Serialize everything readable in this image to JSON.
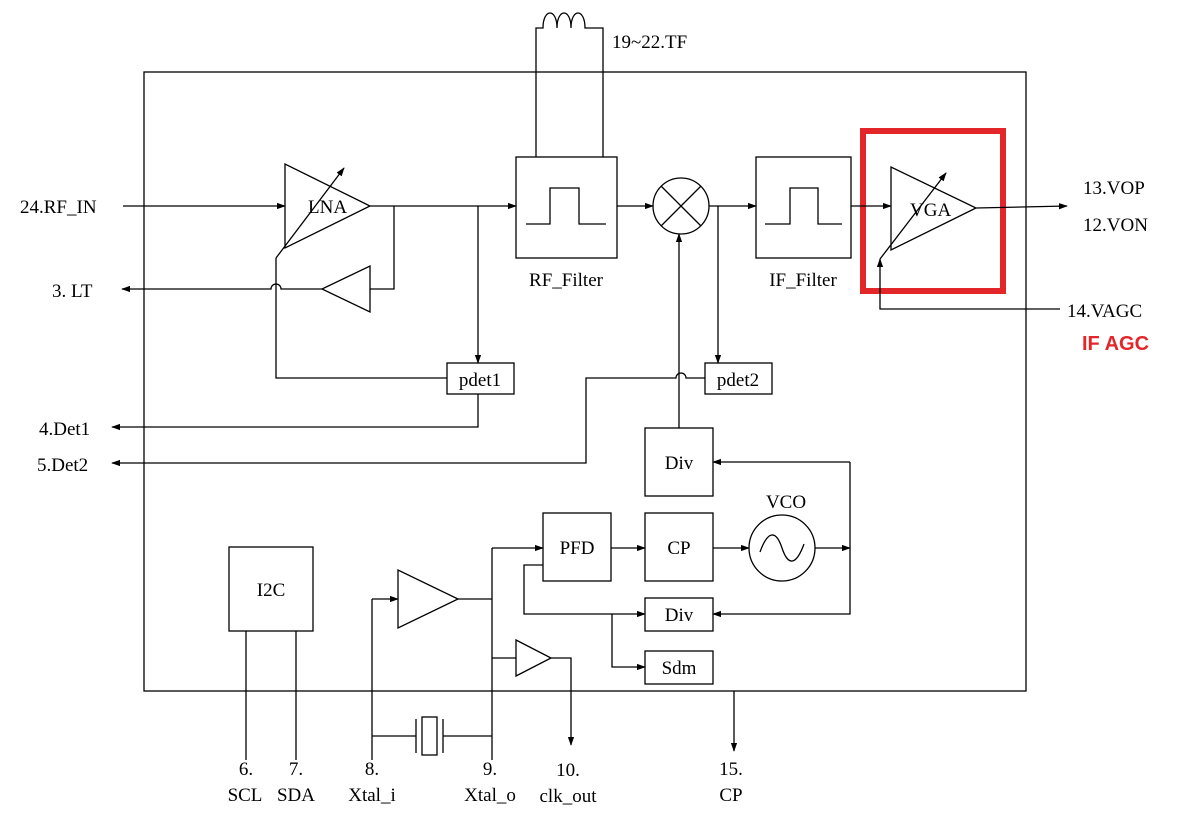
{
  "pins": {
    "tf": "19~22.TF",
    "rf_in": "24.RF_IN",
    "lt": "3. LT",
    "det1": "4.Det1",
    "det2": "5.Det2",
    "vop": "13.VOP",
    "von": "12.VON",
    "vagc": "14.VAGC",
    "scl_num": "6.",
    "scl": "SCL",
    "sda_num": "7.",
    "sda": "SDA",
    "xtal_i_num": "8.",
    "xtal_i": "Xtal_i",
    "xtal_o_num": "9.",
    "xtal_o": "Xtal_o",
    "clk_out_num": "10.",
    "clk_out": "clk_out",
    "cp_num": "15.",
    "cp": "CP"
  },
  "blocks": {
    "lna": "LNA",
    "vga": "VGA",
    "rf_filter": "RF_Filter",
    "if_filter": "IF_Filter",
    "pdet1": "pdet1",
    "pdet2": "pdet2",
    "div_top": "Div",
    "div_bottom": "Div",
    "pfd": "PFD",
    "cp": "CP",
    "vco": "VCO",
    "sdm": "Sdm",
    "i2c": "I2C"
  },
  "annotation": {
    "label": "IF AGC",
    "color": "#e3262a"
  }
}
